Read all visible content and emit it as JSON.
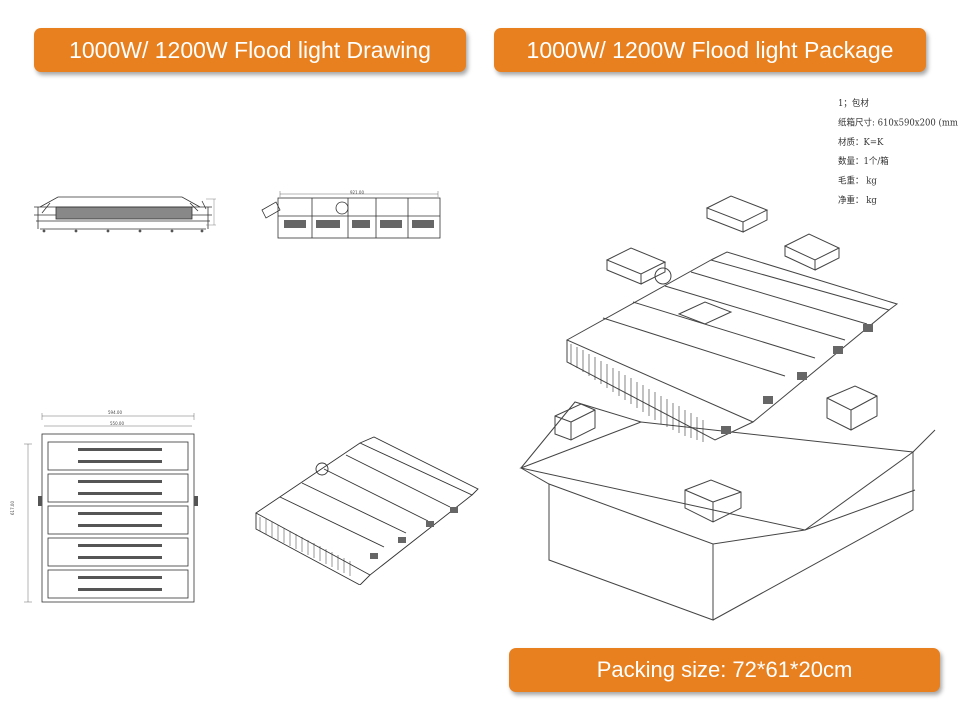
{
  "banners": {
    "drawing": "1000W/ 1200W Flood light Drawing",
    "package": "1000W/ 1200W Flood light Package",
    "packing_size": "Packing size:  72*61*20cm"
  },
  "spec_notes": {
    "line1": "1；包材",
    "line2": "纸箱尺寸: 610x590x200 (mm",
    "line3": "材质：K=K",
    "line4": "数量：1个/箱",
    "line5": "毛重：    kg",
    "line6": "净重：    kg"
  },
  "dimensions": {
    "top_width": "921.00",
    "front_width": "594.00",
    "front_inner": "550.00",
    "front_height": "617.00"
  },
  "colors": {
    "banner": "#e8801f",
    "banner_text": "#ffffff",
    "line": "#333333"
  }
}
